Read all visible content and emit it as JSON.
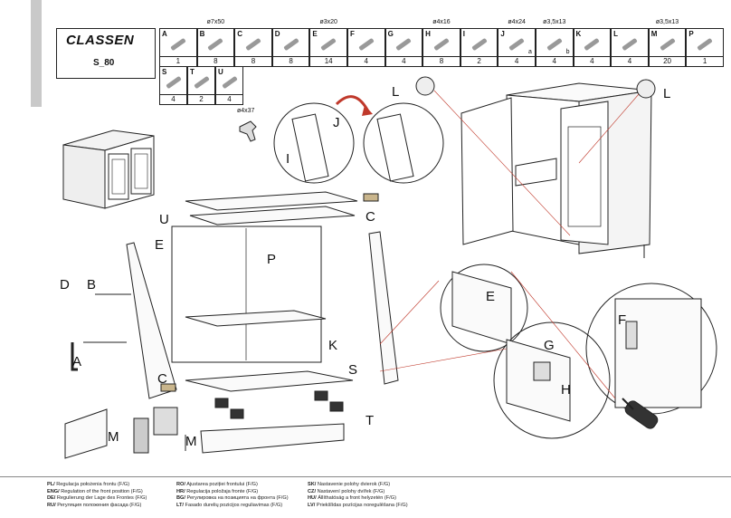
{
  "brand": {
    "logo": "CLASSEN",
    "model": "S_80"
  },
  "parts_row1": [
    {
      "letter": "A",
      "spec": "",
      "qty": "1",
      "icon": "allen-key-icon"
    },
    {
      "letter": "B",
      "spec": "ø7x50",
      "qty": "8",
      "icon": "confirmat-screw-icon"
    },
    {
      "letter": "C",
      "spec": "",
      "qty": "8",
      "icon": "wooden-dowel-icon"
    },
    {
      "letter": "D",
      "spec": "",
      "qty": "8",
      "icon": "cover-cap-icon"
    },
    {
      "letter": "E",
      "spec": "ø3x20",
      "qty": "14",
      "icon": "short-screw-icon"
    },
    {
      "letter": "F",
      "spec": "",
      "qty": "4",
      "icon": "hinge-plate-icon"
    },
    {
      "letter": "G",
      "spec": "",
      "qty": "4",
      "icon": "hinge-icon"
    },
    {
      "letter": "H",
      "spec": "ø4x16",
      "qty": "8",
      "icon": "hinge-screw-icon"
    },
    {
      "letter": "I",
      "spec": "",
      "qty": "2",
      "icon": "handle-icon"
    },
    {
      "letter": "J",
      "spec": "ø4x24",
      "qty": "4",
      "sub": "a",
      "icon": "handle-screw-icon"
    },
    {
      "letter": "",
      "spec": "ø3,5x13",
      "qty": "4",
      "sub": "b",
      "icon": "small-screw-icon"
    },
    {
      "letter": "K",
      "spec": "",
      "qty": "4",
      "icon": "shelf-support-icon"
    },
    {
      "letter": "L",
      "spec": "",
      "qty": "4",
      "icon": "bumper-icon"
    },
    {
      "letter": "M",
      "spec": "ø3,5x13",
      "qty": "20",
      "icon": "leg-screw-icon"
    },
    {
      "letter": "P",
      "spec": "",
      "qty": "1",
      "icon": "back-panel-icon"
    }
  ],
  "parts_row2": [
    {
      "letter": "S",
      "spec": "",
      "qty": "4",
      "icon": "leg-icon"
    },
    {
      "letter": "T",
      "spec": "",
      "qty": "2",
      "icon": "plinth-clip-icon"
    },
    {
      "letter": "U",
      "spec": "",
      "qty": "4",
      "icon": "long-screw-icon"
    }
  ],
  "tool_spec": "ø4x37",
  "callouts": {
    "L1": "L",
    "L2": "L",
    "J": "J",
    "I": "I",
    "U": "U",
    "C1": "C",
    "E1": "E",
    "P": "P",
    "D": "D",
    "B": "B",
    "A": "A",
    "K": "K",
    "E2": "E",
    "F": "F",
    "G": "G",
    "H": "H",
    "S": "S",
    "C2": "C",
    "T": "T",
    "M": "M"
  },
  "footer": {
    "col1": [
      {
        "code": "PL/",
        "text": "Regulacja położenia frontu (F/G)"
      },
      {
        "code": "ENG/",
        "text": "Regulation of the front position (F/G)"
      },
      {
        "code": "DE/",
        "text": "Regulierung der Lage des Frontes (F/G)"
      },
      {
        "code": "RU/",
        "text": "Регуляция положения фасада (F/G)"
      }
    ],
    "col2": [
      {
        "code": "RO/",
        "text": "Ajustarea poziției frontului (F/G)"
      },
      {
        "code": "HR/",
        "text": "Regulacija položaja fronte (F/G)"
      },
      {
        "code": "BG/",
        "text": "Регулировка на позицията на фронта (F/G)"
      },
      {
        "code": "LT/",
        "text": "Fasado durelių pozicijos reguliavimas (F/G)"
      }
    ],
    "col3": [
      {
        "code": "SK/",
        "text": "Nastavenie polohy dvierok (F/G)"
      },
      {
        "code": "CZ/",
        "text": "Nastavení polohy dvířek (F/G)"
      },
      {
        "code": "HU/",
        "text": "Állíthatóság a front helyzetén (F/G)"
      },
      {
        "code": "LV/",
        "text": "Priekšlīdas pozīcijas noregulēšana (F/G)"
      }
    ]
  }
}
